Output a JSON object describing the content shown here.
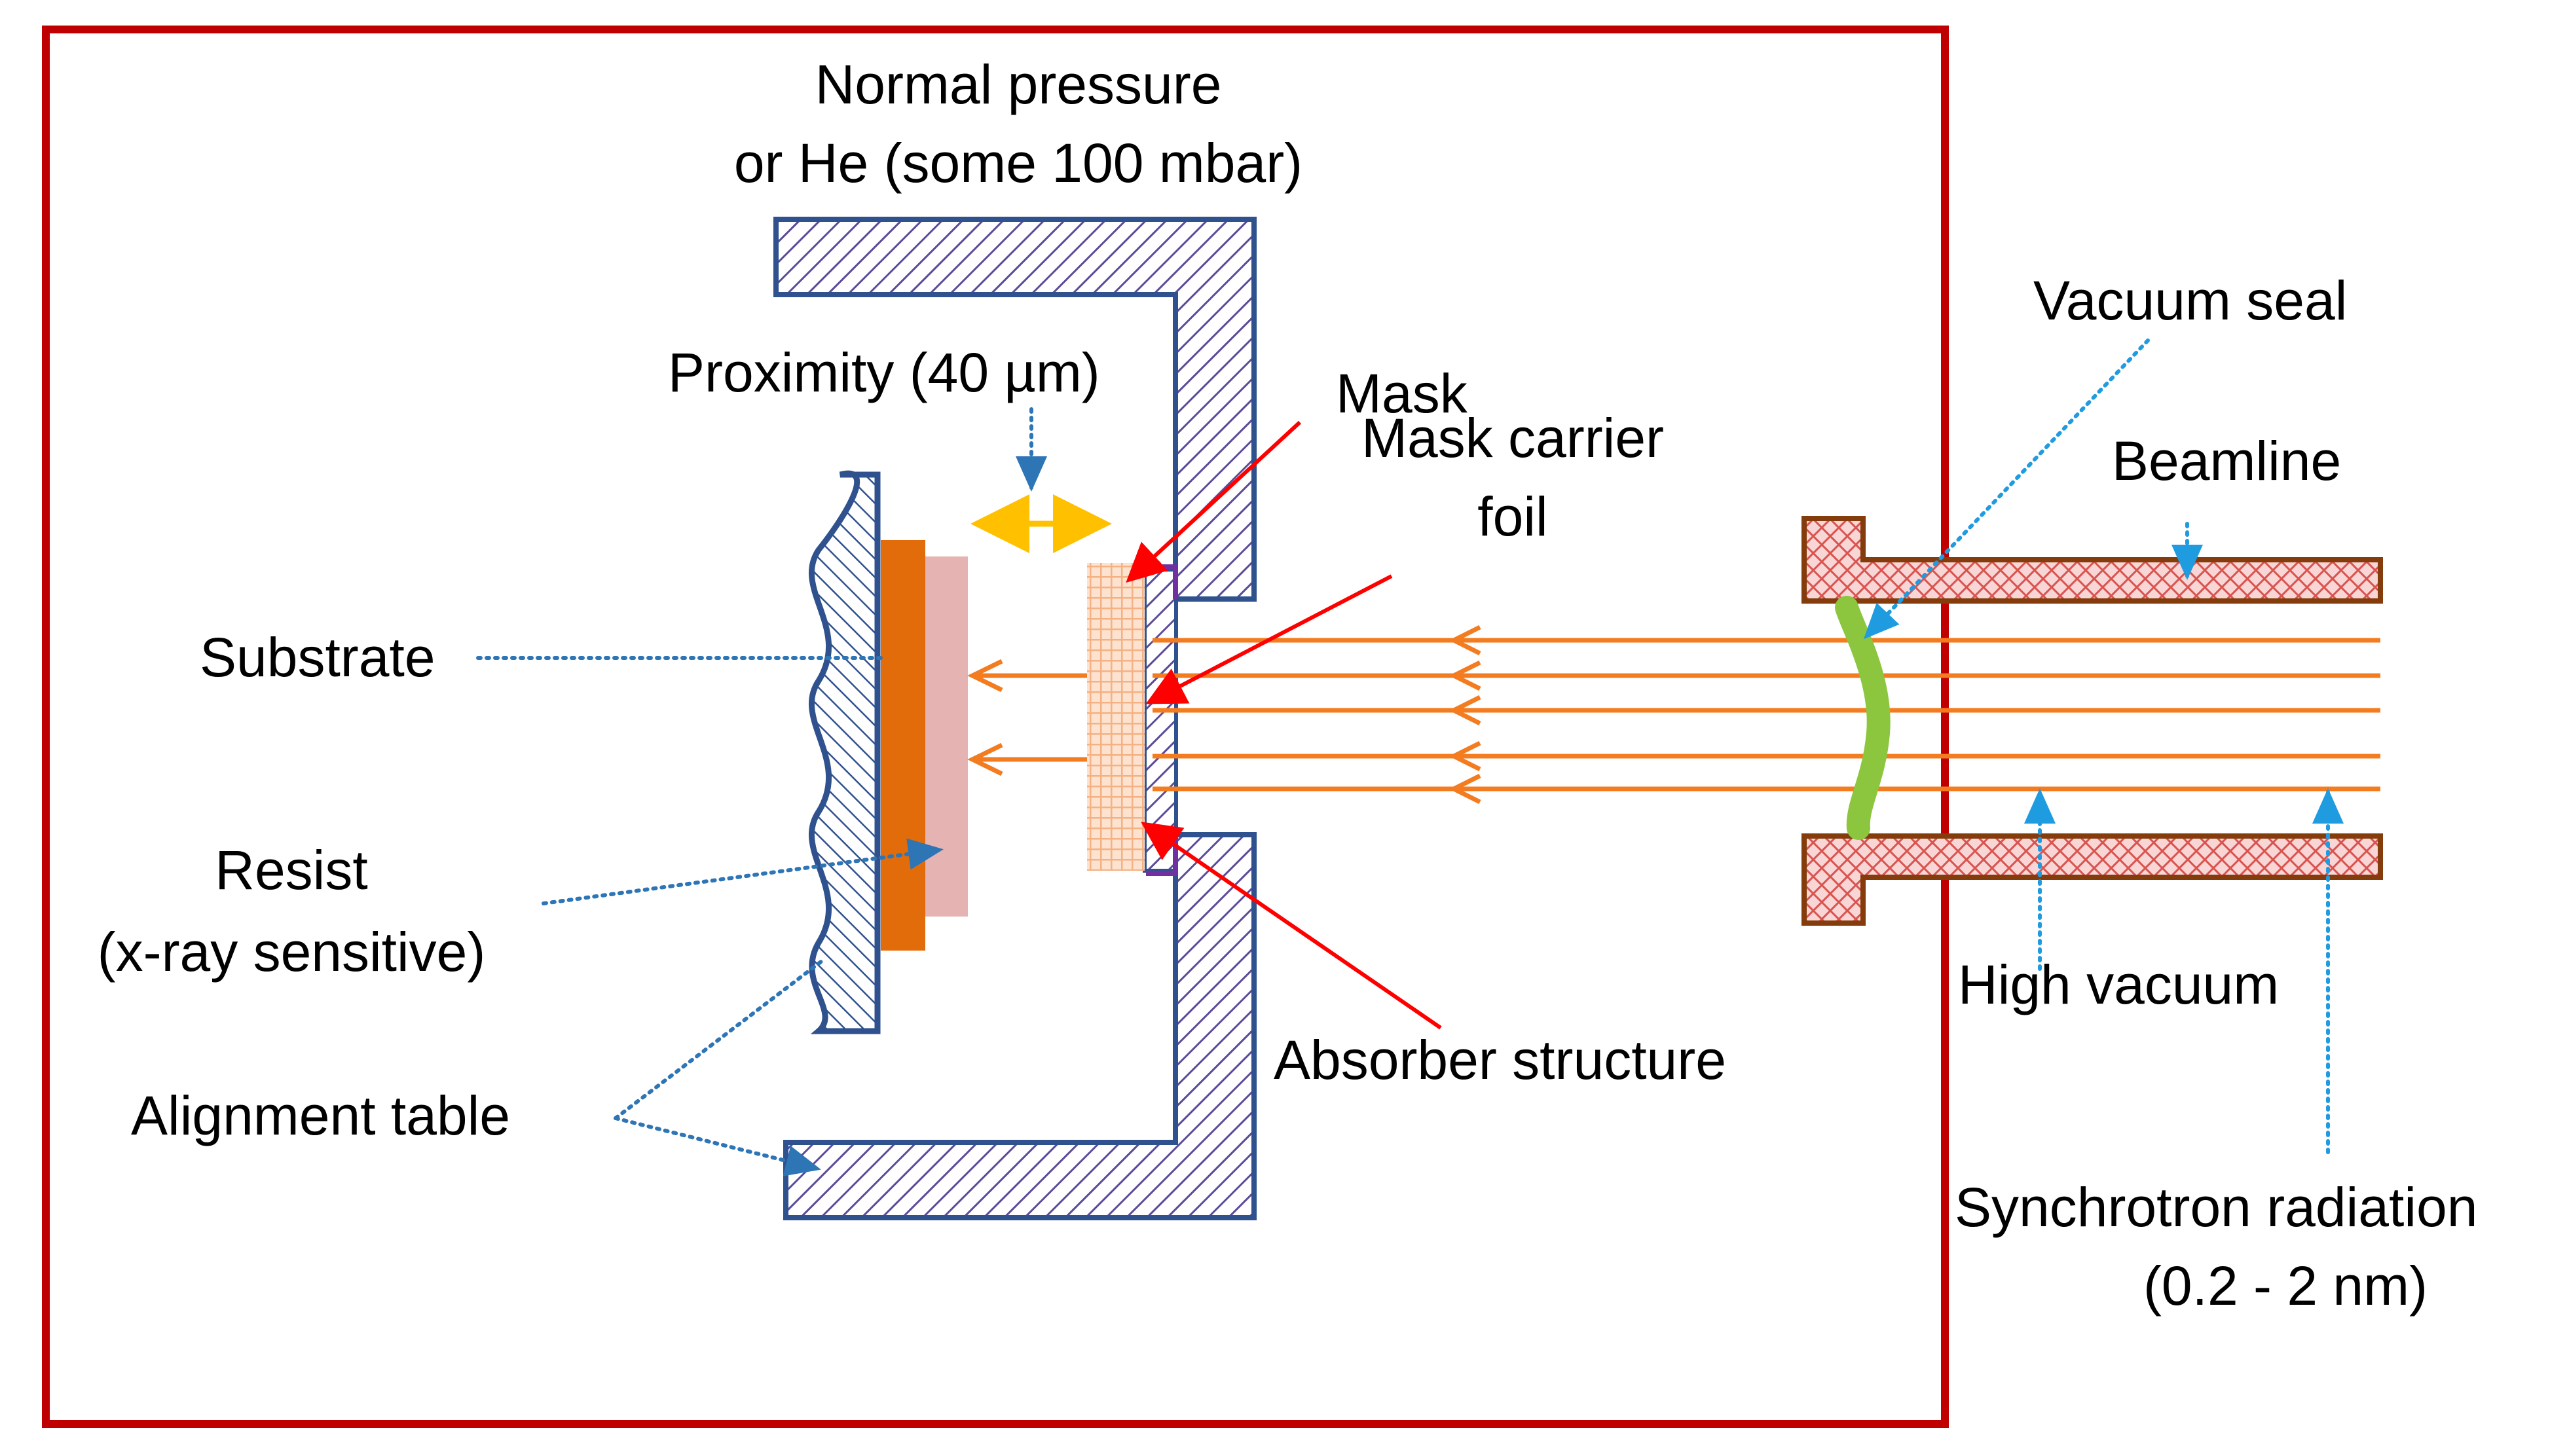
{
  "labels": {
    "normal_pressure_line1": "Normal pressure",
    "normal_pressure_line2": "or He (some 100 mbar)",
    "proximity": "Proximity (40 µm)",
    "mask": "Mask",
    "mask_carrier_line1": "Mask carrier",
    "mask_carrier_line2": "foil",
    "vacuum_seal": "Vacuum seal",
    "beamline": "Beamline",
    "substrate": "Substrate",
    "resist_line1": "Resist",
    "resist_line2": "(x-ray sensitive)",
    "alignment_table": "Alignment table",
    "absorber_structure": "Absorber structure",
    "high_vacuum": "High vacuum",
    "synchrotron_line1": "Synchrotron radiation",
    "synchrotron_line2": "(0.2 - 2 nm)"
  },
  "colors": {
    "frame": "#c00000",
    "chamber_fill": "#b3acd6",
    "chamber_outline": "#2f528f",
    "beamline_fill": "#f7c6c6",
    "beamline_outline": "#843c0c",
    "substrate_table": "#2f528f",
    "substrate_layer": "#e36c0a",
    "resist_layer": "#e6b3b3",
    "mask_grid": "#f4b183",
    "beam": "#f47c20",
    "red_pointer": "#ff0000",
    "blue_pointer": "#1f9be0",
    "proximity_arrow": "#ffc000",
    "vacuum_seal": "#8cc63f"
  }
}
